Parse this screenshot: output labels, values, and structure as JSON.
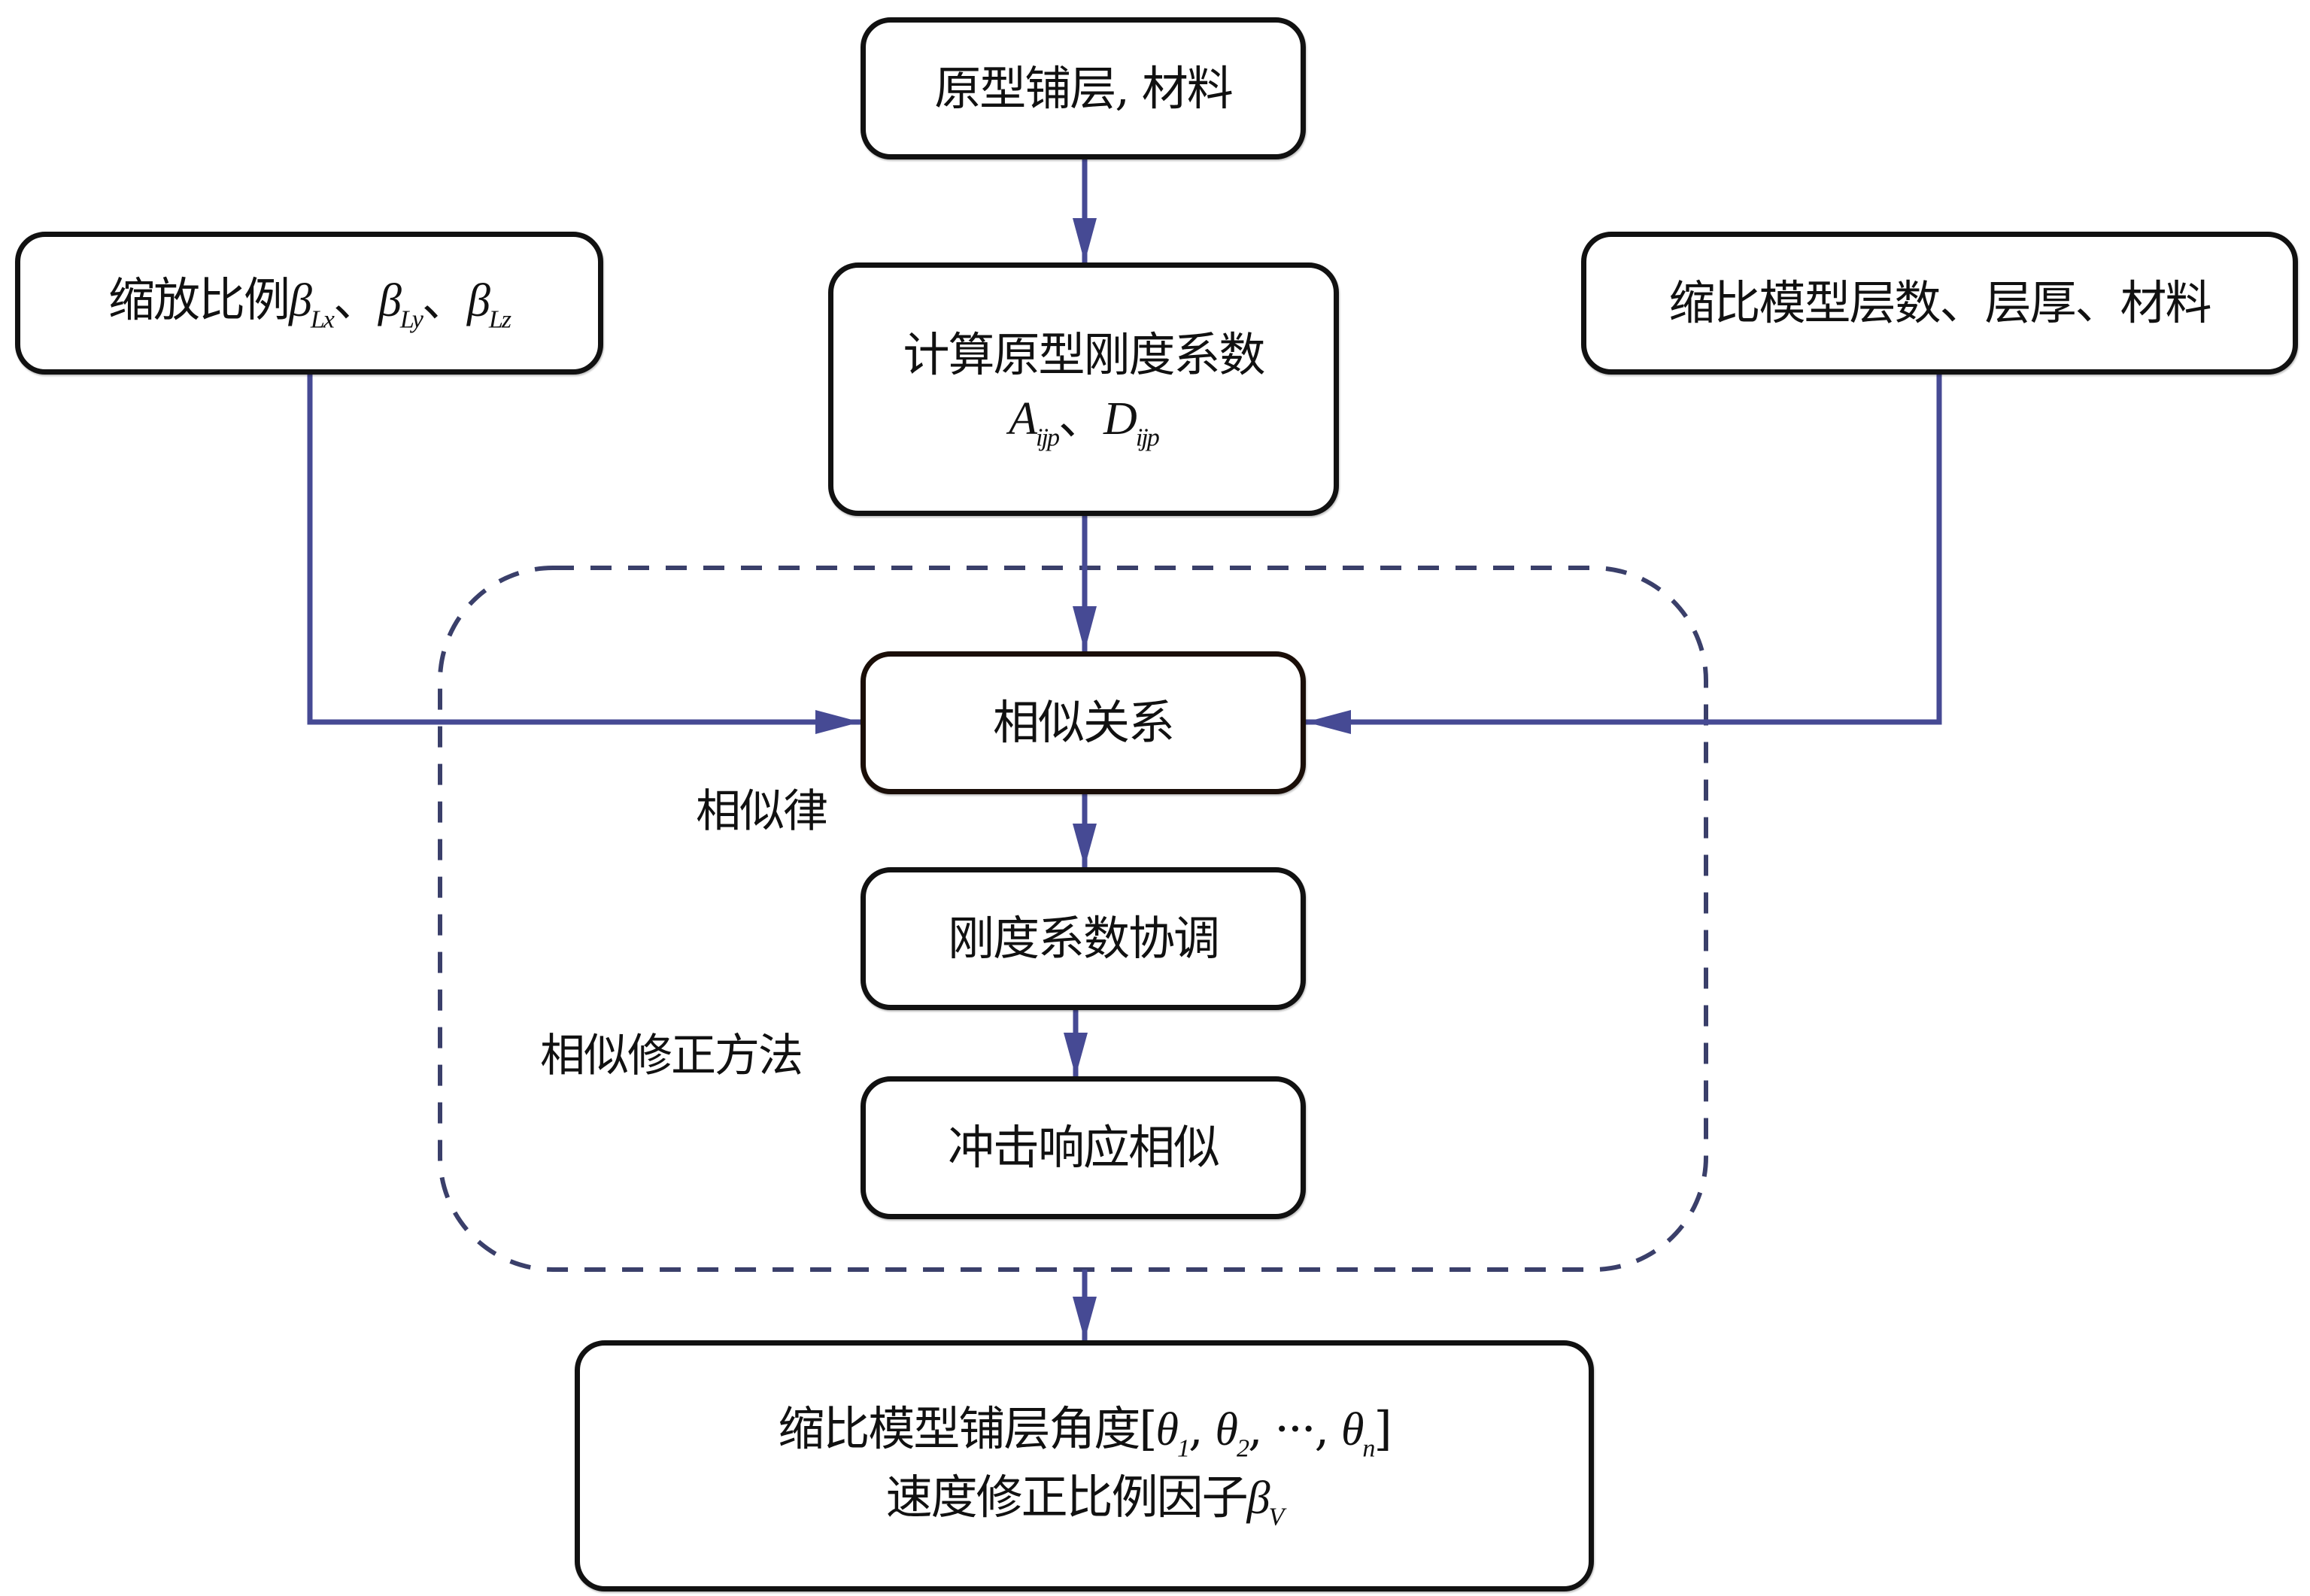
{
  "diagram": {
    "colors": {
      "arrow": "#464a94",
      "dashed_group": "#3a3f6a",
      "box_border": "#111111"
    },
    "nodes": {
      "prototype_layup": {
        "text": "原型铺层, 材料"
      },
      "scale_ratio": {
        "text": "缩放比例",
        "symbols": [
          {
            "base": "β",
            "sub": "Lx"
          },
          {
            "sep": "、"
          },
          {
            "base": "β",
            "sub": "Ly"
          },
          {
            "sep": "、"
          },
          {
            "base": "β",
            "sub": "Lz"
          }
        ],
        "sep_text": "、",
        "b1": "β",
        "s1": "Lx",
        "b2": "β",
        "s2": "Ly",
        "b3": "β",
        "s3": "Lz"
      },
      "scaled_model_params": {
        "text": "缩比模型层数、层厚、材料"
      },
      "compute_stiffness": {
        "line1": "计算原型刚度系数",
        "a": "A",
        "a_sub": "ijp",
        "sep": "、",
        "d": "D",
        "d_sub": "ijp"
      },
      "similarity_relation": {
        "text": "相似关系"
      },
      "stiffness_coordination": {
        "text": "刚度系数协调"
      },
      "impact_response_similarity": {
        "text": "冲击响应相似"
      },
      "result": {
        "line1": "缩比模型铺层角度[",
        "theta": "θ",
        "t1": "1",
        "t2": "2",
        "tn": "n",
        "comma": ", ",
        "ellipsis": "···",
        "close": "]",
        "line2": "速度修正比例因子",
        "beta": "β",
        "beta_sub": "V"
      }
    },
    "labels": {
      "similarity_law": "相似律",
      "similarity_correction_method": "相似修正方法"
    },
    "edges": [
      {
        "from": "prototype_layup",
        "to": "compute_stiffness"
      },
      {
        "from": "compute_stiffness",
        "to": "similarity_relation"
      },
      {
        "from": "scale_ratio",
        "to": "similarity_relation"
      },
      {
        "from": "scaled_model_params",
        "to": "similarity_relation"
      },
      {
        "from": "similarity_relation",
        "to": "stiffness_coordination"
      },
      {
        "from": "stiffness_coordination",
        "to": "impact_response_similarity"
      },
      {
        "from": "similarity_correction_group",
        "to": "result"
      }
    ]
  }
}
